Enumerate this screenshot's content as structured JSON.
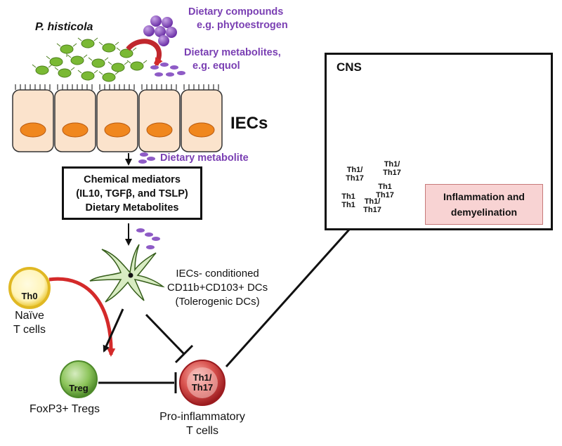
{
  "labels": {
    "organism": "P. histicola",
    "dietary_compounds": [
      "Dietary compounds",
      "e.g.  phytoestrogen"
    ],
    "dietary_metabolites": [
      "Dietary metabolites,",
      "e.g. equol"
    ],
    "iecs": "IECs",
    "dietary_metabolite": "Dietary metabolite",
    "mediators": [
      "Chemical mediators",
      "(IL10, TGFβ, and TSLP)",
      "Dietary Metabolites"
    ],
    "dc_label": [
      "IECs- conditioned",
      "CD11b+CD103+ DCs",
      "(Tolerogenic DCs)"
    ],
    "th0": "Th0",
    "naive": [
      "Naïve",
      "T cells"
    ],
    "treg": "Treg",
    "foxp3": "FoxP3+ Tregs",
    "th1_th17": [
      "Th1/",
      "Th17"
    ],
    "proinflammatory": [
      "Pro-inflammatory",
      "T cells"
    ],
    "cns": "CNS",
    "inflammation": [
      "Inflammation  and",
      "demyelination"
    ],
    "cluster_cells": [
      [
        "Th1/",
        "Th17"
      ],
      [
        "Th1/",
        "Th17"
      ],
      [
        "Th1",
        "Th1"
      ],
      [
        "Th1",
        "Th17"
      ],
      [
        "Th1/",
        "Th17"
      ]
    ]
  },
  "colors": {
    "purple_text": "#7a3fb3",
    "bacteria_green": "#7ab934",
    "nucleus_orange": "#f0871e",
    "epithelium_fill": "#fbe3cc",
    "th_red": "#c0272d",
    "treg_green": "#6dab3d",
    "th0_yellow": "#f2d23a",
    "inflammation_pink": "#f8d3d3"
  }
}
